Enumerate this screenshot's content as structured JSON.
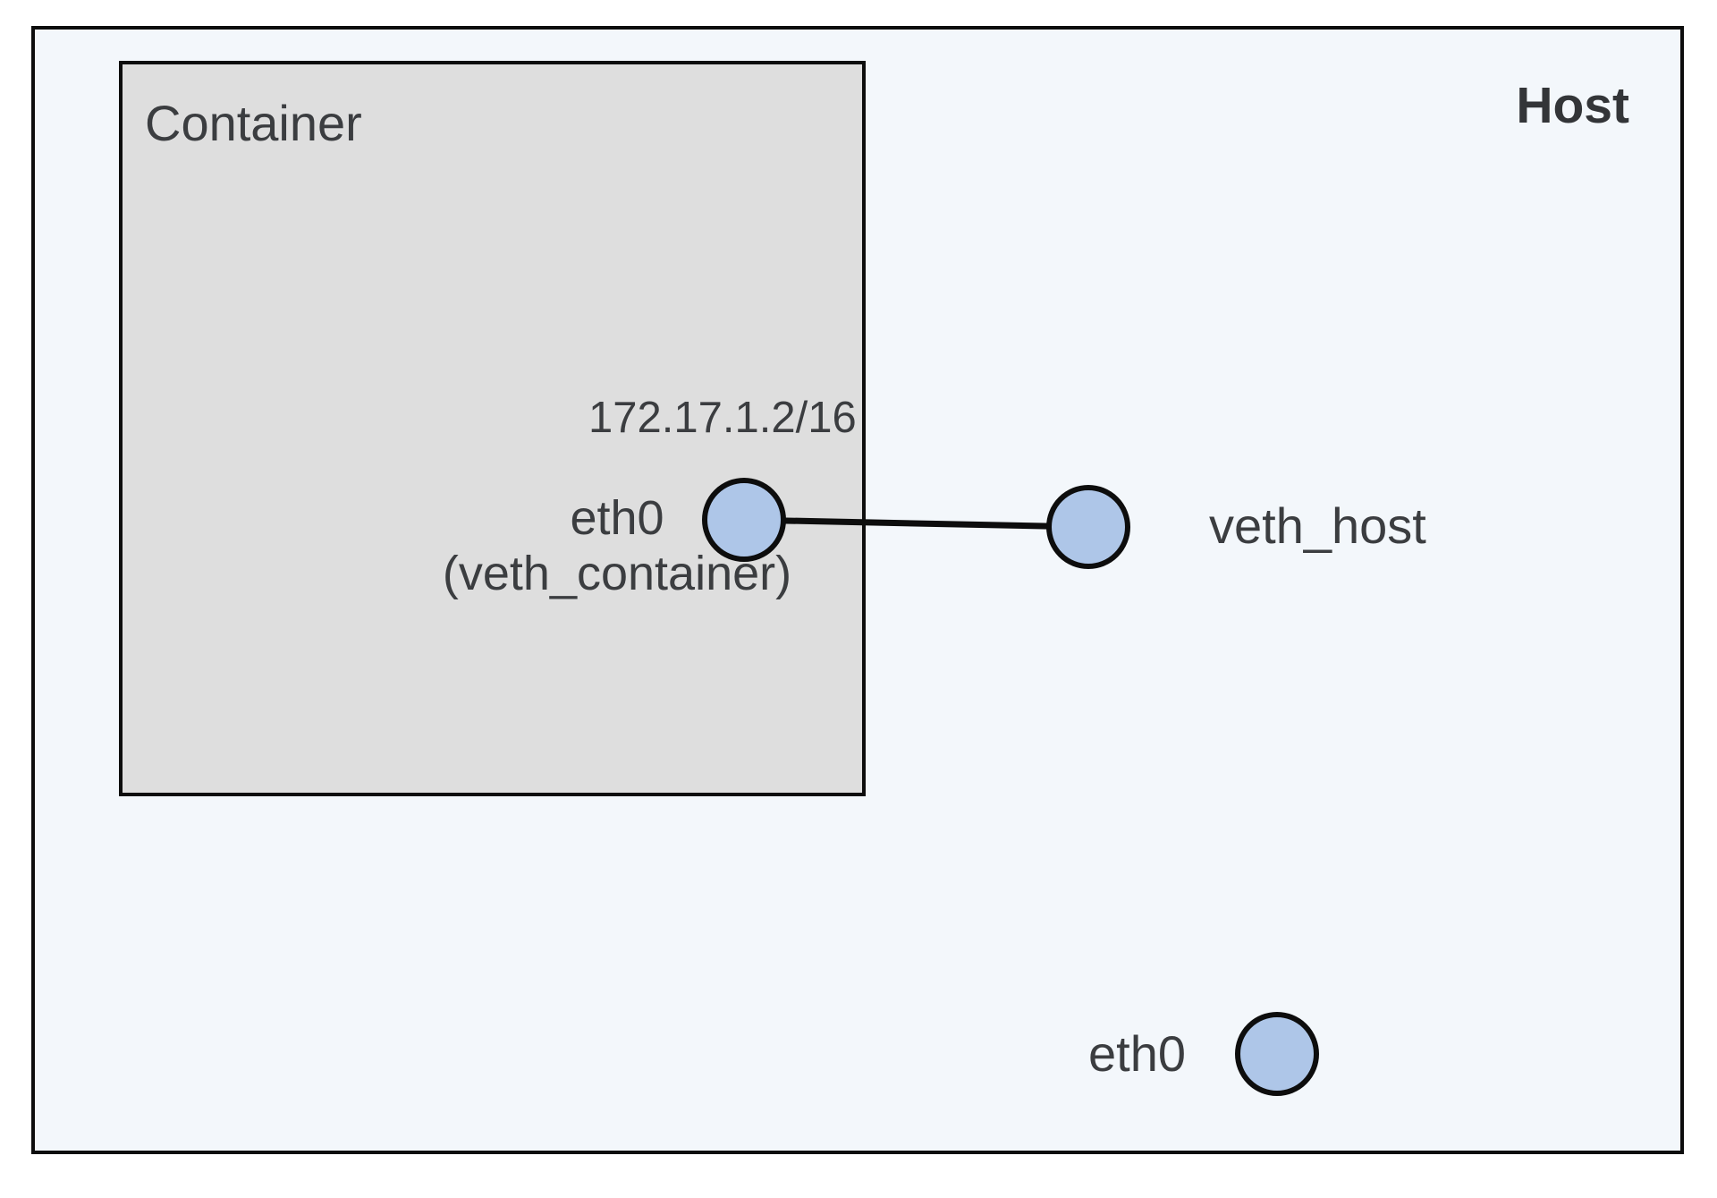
{
  "host": {
    "label": "Host",
    "nodes": {
      "veth_host": {
        "label": "veth_host"
      },
      "eth0": {
        "label": "eth0"
      }
    }
  },
  "container": {
    "label": "Container",
    "node": {
      "ip": "172.17.1.2/16",
      "name": "eth0",
      "alias": "(veth_container)"
    }
  },
  "colors": {
    "page_bg": "#ffffff",
    "host_bg": "#f3f7fb",
    "container_bg": "#dedede",
    "node_fill": "#aec6e8",
    "stroke": "#0d0d0d",
    "text": "#3b3d40"
  }
}
